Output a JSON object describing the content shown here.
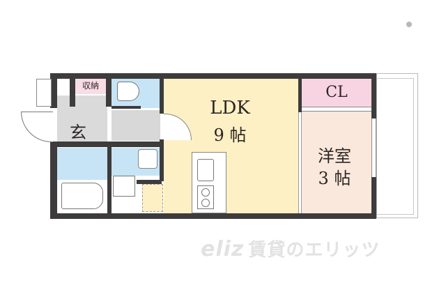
{
  "floorplan": {
    "rooms": [
      {
        "id": "genkan",
        "label": "玄"
      },
      {
        "id": "storage",
        "label": "収納"
      },
      {
        "id": "ldk",
        "label": "LDK",
        "size": "9帖"
      },
      {
        "id": "closet",
        "label": "CL"
      },
      {
        "id": "western_room",
        "label": "洋室",
        "size": "3帖"
      }
    ],
    "fixtures": [
      "toilet",
      "washbasin",
      "washing-machine-pan",
      "bathtub",
      "kitchen-sink",
      "gas-stove",
      "refrigerator-space"
    ],
    "colors": {
      "wall": "#3d3b3b",
      "ldk": "#fdf0c4",
      "western_room": "#fbe8dc",
      "closet": "#f8d4e2",
      "storage": "#f8dce6",
      "wet_area": "#c6e4f5",
      "genkan": "#dadada",
      "balcony": "#ffffff"
    }
  },
  "labels": {
    "genkan": "玄",
    "storage": "収納",
    "ldk_name": "LDK",
    "ldk_size": "9 帖",
    "closet": "CL",
    "western_name": "洋室",
    "western_size": "3 帖"
  },
  "watermark": {
    "logo": "eliz",
    "text": "賃貸のエリッツ"
  }
}
